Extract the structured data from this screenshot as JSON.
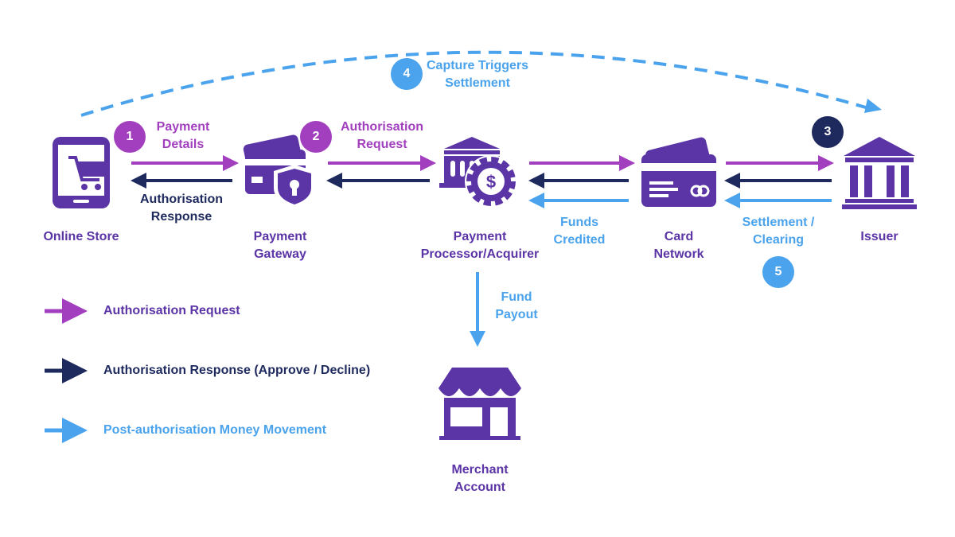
{
  "colors": {
    "icon": "#5b34a6",
    "request": "#a23fbf",
    "response": "#1e2a5e",
    "money": "#4aa3ec"
  },
  "nodes": {
    "online_store": {
      "line1": "Online Store",
      "icon": "phone-cart-icon"
    },
    "payment_gateway": {
      "line1": "Payment",
      "line2": "Gateway",
      "icon": "card-shield-icon"
    },
    "processor": {
      "line1": "Payment",
      "line2": "Processor/Acquirer",
      "icon": "bank-dollar-icon"
    },
    "card_network": {
      "line1": "Card",
      "line2": "Network",
      "icon": "credit-card-icon"
    },
    "issuer": {
      "line1": "Issuer",
      "icon": "bank-building-icon"
    },
    "merchant_account": {
      "line1": "Merchant",
      "line2": "Account",
      "icon": "storefront-icon"
    }
  },
  "steps": [
    {
      "number": "1",
      "line1": "Payment",
      "line2": "Details"
    },
    {
      "number": "2",
      "line1": "Authorisation",
      "line2": "Request"
    },
    {
      "number": "3"
    },
    {
      "number": "4",
      "line1": "Capture Triggers",
      "line2": "Settlement"
    },
    {
      "number": "5"
    }
  ],
  "flow_labels": {
    "auth_response": {
      "line1": "Authorisation",
      "line2": "Response"
    },
    "funds_credited": {
      "line1": "Funds",
      "line2": "Credited"
    },
    "settlement": {
      "line1": "Settlement /",
      "line2": "Clearing"
    },
    "fund_payout": {
      "line1": "Fund",
      "line2": "Payout"
    }
  },
  "legend": [
    {
      "label": "Authorisation Request",
      "color": "#a23fbf"
    },
    {
      "label": "Authorisation Response (Approve / Decline)",
      "color": "#1e2a5e"
    },
    {
      "label": "Post-authorisation Money Movement",
      "color": "#4aa3ec"
    }
  ]
}
